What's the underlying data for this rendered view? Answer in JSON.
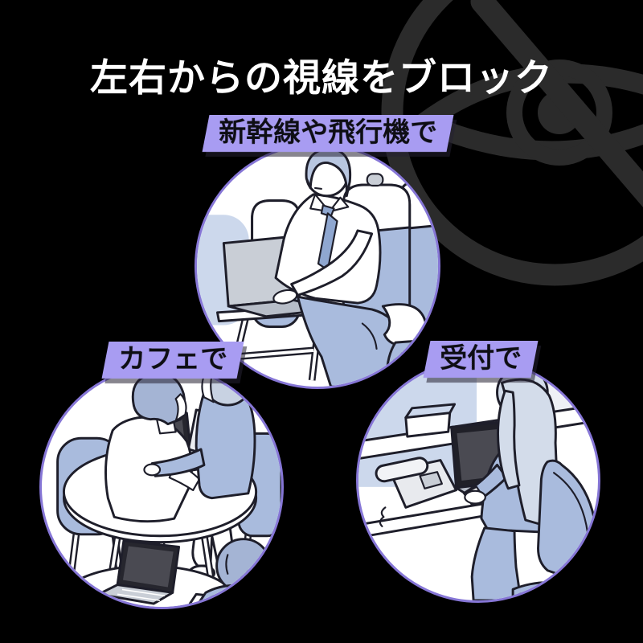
{
  "heading": {
    "text": "左右からの視線をブロック"
  },
  "watermark": {
    "icon": "blocked-eye-icon"
  },
  "scenes": [
    {
      "id": "shinkansen-airplane",
      "label": "新幹線や飛行機で"
    },
    {
      "id": "cafe",
      "label": "カフェで"
    },
    {
      "id": "reception",
      "label": "受付で"
    }
  ],
  "palette": {
    "background": "#000000",
    "heading_text": "#ffffff",
    "label_background": "#a89cf2",
    "label_text": "#0e0e14",
    "circle_rim": "#8676d6",
    "outline": "#1e1e2a",
    "illustration_blue": "#a9bbdd",
    "illustration_light_blue": "#ccd8ec",
    "laptop_silver": "#c9ced6",
    "laptop_screen": "#26262e",
    "watermark_gray": "#2b2b2b"
  }
}
